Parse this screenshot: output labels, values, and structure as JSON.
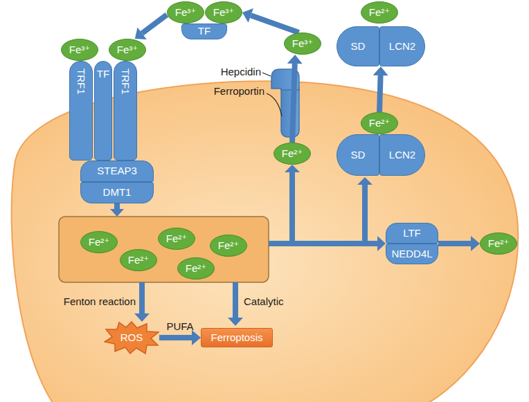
{
  "diagram": {
    "nodes": [
      {
        "text": [
          "Fe³⁺"
        ]
      },
      {
        "text": [
          "Fe³⁺"
        ]
      },
      {
        "text": [
          "TF"
        ]
      },
      {
        "text": [
          "Fe³⁺"
        ]
      },
      {
        "text": [
          "Fe²⁺"
        ]
      },
      {
        "text": [
          "SD"
        ]
      },
      {
        "text": [
          "LCN2"
        ]
      },
      {
        "text": [
          "Fe³⁺"
        ]
      },
      {
        "text": [
          "Fe³⁺"
        ]
      },
      {
        "text": [
          "TRF1"
        ]
      },
      {
        "text": [
          "TF"
        ]
      },
      {
        "text": [
          "TRF1"
        ]
      },
      {
        "text": [
          "Fe²⁺"
        ]
      },
      {
        "text": [
          "Fe²⁺"
        ]
      },
      {
        "text": [
          "SD"
        ]
      },
      {
        "text": [
          "LCN2"
        ]
      },
      {
        "text": [
          "STEAP3"
        ]
      },
      {
        "text": [
          "DMT1"
        ]
      },
      {
        "text": [
          "Fe²⁺"
        ]
      },
      {
        "text": [
          "Fe²⁺"
        ]
      },
      {
        "text": [
          "Fe²⁺"
        ]
      },
      {
        "text": [
          "Fe²⁺"
        ]
      },
      {
        "text": [
          "Fe²⁺"
        ]
      },
      {
        "text": [
          "LTF"
        ]
      },
      {
        "text": [
          "NEDD4L"
        ]
      },
      {
        "text": [
          "Fe²⁺"
        ]
      },
      {
        "text": [
          "ROS"
        ]
      },
      {
        "text": [
          "Ferroptosis"
        ]
      }
    ],
    "edges": [
      {
        "from": 0,
        "to": 8,
        "arrow": "to"
      },
      {
        "from": 3,
        "to": 1,
        "arrow": "to"
      },
      {
        "from": 12,
        "to": 3,
        "arrow": "to"
      },
      {
        "from": 13,
        "to": 6,
        "arrow": "to"
      },
      {
        "from": 24,
        "to": 25,
        "arrow": "to"
      },
      {
        "from": 26,
        "to": 27,
        "label": "PUFA",
        "arrow": "to"
      }
    ],
    "labels": [
      "Hepcidin",
      "Ferroportin",
      "Fenton reaction",
      "Catalytic"
    ]
  }
}
